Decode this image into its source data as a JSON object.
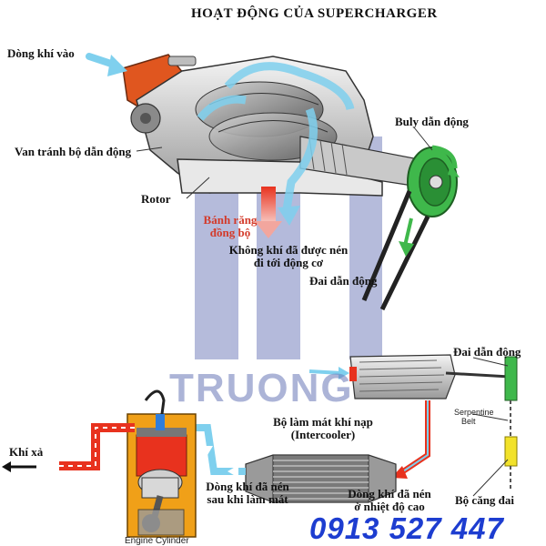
{
  "title": "HOẠT ĐỘNG CỦA SUPERCHARGER",
  "labels": {
    "air_in": "Dòng khí vào",
    "bypass_valve": "Van tránh bộ dẫn động",
    "rotor": "Rotor",
    "timing_gears_1": "Bánh răng",
    "timing_gears_2": "đồng bộ",
    "compressed_air_1": "Không khí đã được nén",
    "compressed_air_2": "đi tới động cơ",
    "drive_pulley": "Buly dẫn động",
    "drive_belt_top": "Đai dẫn động",
    "drive_belt_right": "Đai dẫn động",
    "serpentine_1": "Serpentine",
    "serpentine_2": "Belt",
    "intercooler_1": "Bộ làm mát khí nạp",
    "intercooler_2": "(Intercooler)",
    "exhaust": "Khí xả",
    "cooled_air_1": "Dòng khí đã nén",
    "cooled_air_2": "sau khi làm mát",
    "hot_air_1": "Dòng khí đã nén",
    "hot_air_2": "ở nhiệt độ cao",
    "tensioner": "Bộ căng đai",
    "engine_cylinder": "Engine Cylinder"
  },
  "watermark": "TRUONG ",
  "phone": "0913 527 447",
  "colors": {
    "hot": "#e8321e",
    "cool": "#7fd0ee",
    "belt": "#222222",
    "pulley": "#3fb84b",
    "tensioner": "#f2e22a",
    "cylinder_block": "#f0a018",
    "watermark": "#5b68b0",
    "phone": "#1d3dd0"
  }
}
